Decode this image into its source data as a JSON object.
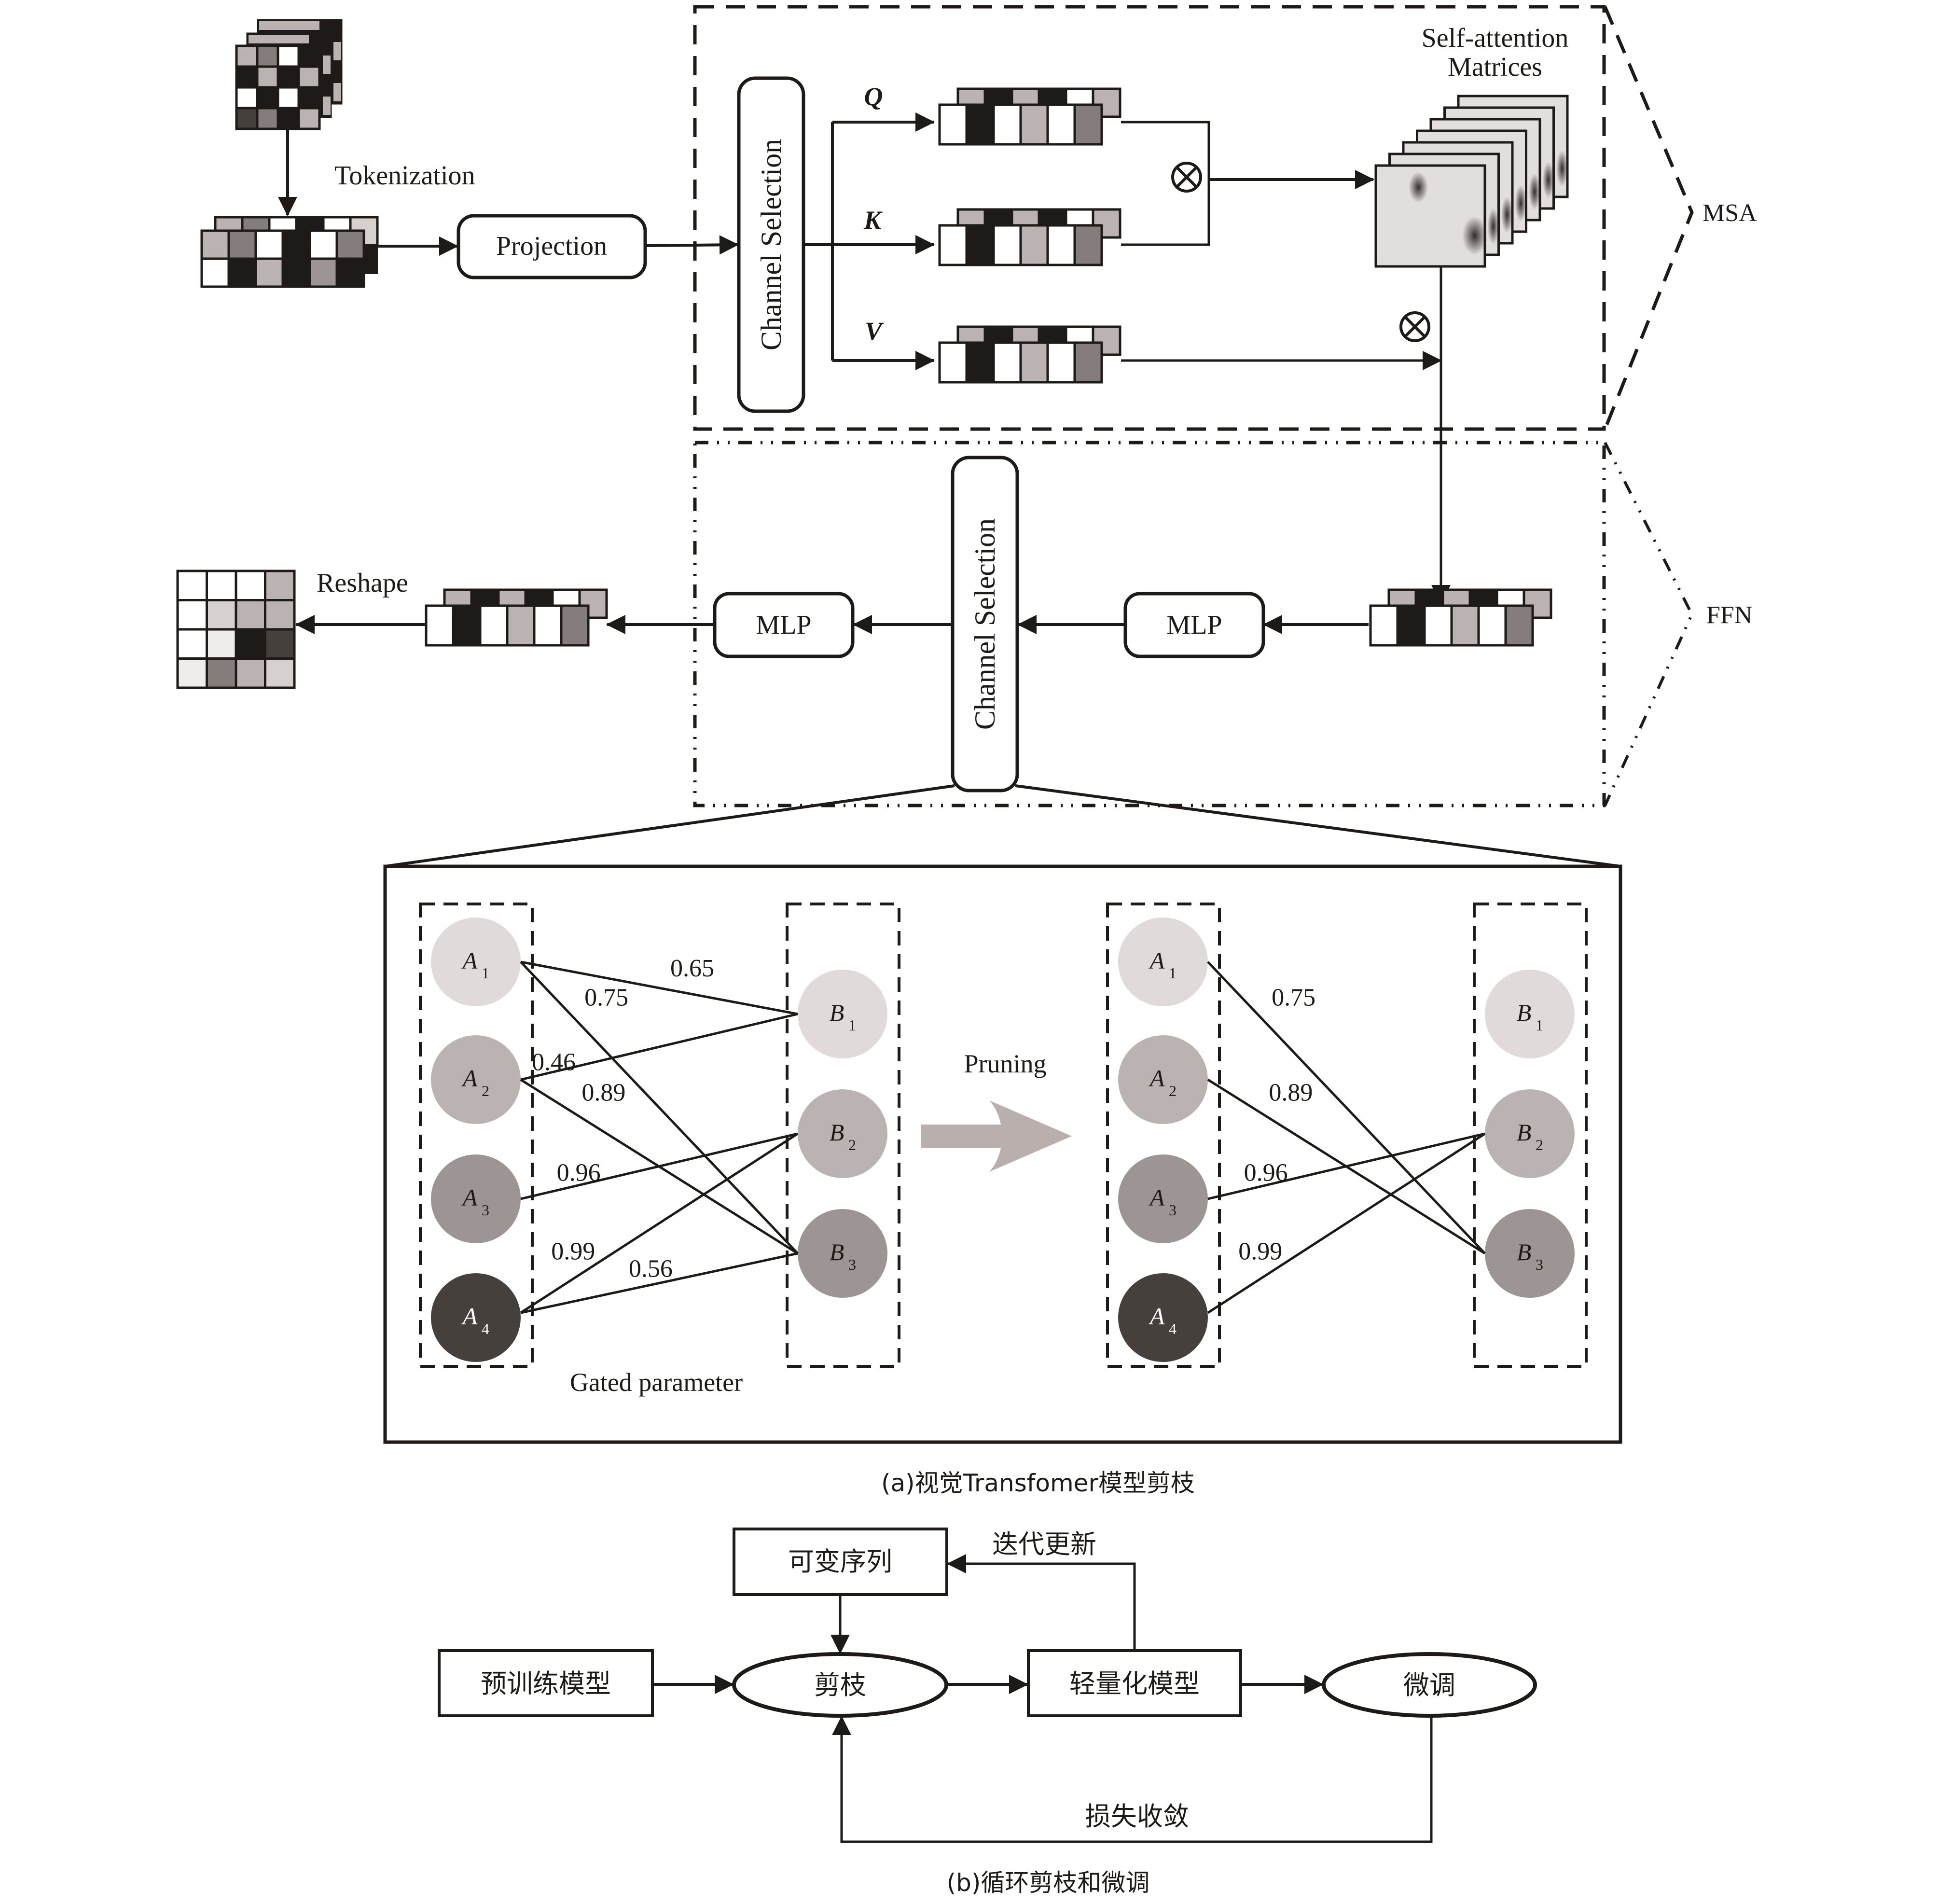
{
  "figure": {
    "caption_a": "(a)视觉Transfomer模型剪枝",
    "caption_b": "(b)循环剪枝和微调"
  },
  "colors": {
    "ink": "#1e1a17",
    "white": "#ffffff",
    "light": "#e0dbda",
    "pale": "#efeceb",
    "soft": "#d6d0ce",
    "lightgray": "#bab3b1",
    "midgray": "#9c9594",
    "gray": "#857d7b",
    "dark": "#46403d",
    "black": "#1e1a17",
    "arrow_fill": "#b9b0ad",
    "matrix_bg": "#e2dedd"
  },
  "top": {
    "tokenization_label": "Tokenization",
    "projection_label": "Projection",
    "reshape_label": "Reshape",
    "input_image_cells": [
      [
        "lightgray",
        "gray",
        "white",
        "black"
      ],
      [
        "black",
        "lightgray",
        "black",
        "lightgray"
      ],
      [
        "white",
        "black",
        "white",
        "black"
      ],
      [
        "dark",
        "gray",
        "black",
        "lightgray"
      ]
    ],
    "token_block_front": [
      [
        "lightgray",
        "gray",
        "white",
        "black",
        "white",
        "gray"
      ],
      [
        "white",
        "black",
        "lightgray",
        "black",
        "midgray",
        "black"
      ]
    ],
    "token_block_back": [
      "lightgray",
      "gray",
      "white",
      "black",
      "white",
      "soft"
    ],
    "token_strip_front": [
      "white",
      "black",
      "white",
      "lightgray",
      "white",
      "gray"
    ],
    "token_strip_back": [
      "lightgray",
      "black",
      "lightgray",
      "black",
      "white",
      "lightgray"
    ],
    "reshape_cells": [
      [
        "white",
        "white",
        "white",
        "lightgray"
      ],
      [
        "white",
        "soft",
        "lightgray",
        "lightgray"
      ],
      [
        "white",
        "pale",
        "black",
        "dark"
      ],
      [
        "pale",
        "gray",
        "lightgray",
        "soft"
      ]
    ]
  },
  "msa": {
    "label": "MSA",
    "channel_selection_label": "Channel Selection",
    "q_label": "Q",
    "k_label": "K",
    "v_label": "V",
    "multiply_symbol": "⊗",
    "attention_title_line1": "Self-attention",
    "attention_title_line2": "Matrices",
    "attention_matrix_count": 7
  },
  "ffn": {
    "label": "FFN",
    "channel_selection_label": "Channel Selection",
    "mlp_left_label": "MLP",
    "mlp_right_label": "MLP"
  },
  "pruning": {
    "arrow_label": "Pruning",
    "gated_parameter_label": "Gated parameter",
    "a_nodes": [
      {
        "id": "A1",
        "letter": "A",
        "sub": "1",
        "color": "light"
      },
      {
        "id": "A2",
        "letter": "A",
        "sub": "2",
        "color": "lightgray"
      },
      {
        "id": "A3",
        "letter": "A",
        "sub": "3",
        "color": "midgray"
      },
      {
        "id": "A4",
        "letter": "A",
        "sub": "4",
        "color": "dark"
      }
    ],
    "b_nodes": [
      {
        "id": "B1",
        "letter": "B",
        "sub": "1",
        "color": "light"
      },
      {
        "id": "B2",
        "letter": "B",
        "sub": "2",
        "color": "lightgray"
      },
      {
        "id": "B3",
        "letter": "B",
        "sub": "3",
        "color": "midgray"
      }
    ],
    "edges_before": [
      {
        "from": "A1",
        "to": "B1",
        "weight": "0.65"
      },
      {
        "from": "A1",
        "to": "B3",
        "weight": "0.75"
      },
      {
        "from": "A2",
        "to": "B1",
        "weight": "0.46"
      },
      {
        "from": "A2",
        "to": "B3",
        "weight": "0.89"
      },
      {
        "from": "A3",
        "to": "B2",
        "weight": "0.96"
      },
      {
        "from": "A4",
        "to": "B2",
        "weight": "0.99"
      },
      {
        "from": "A4",
        "to": "B3",
        "weight": "0.56"
      }
    ],
    "edges_after": [
      {
        "from": "A1",
        "to": "B3",
        "weight": "0.75"
      },
      {
        "from": "A2",
        "to": "B3",
        "weight": "0.89"
      },
      {
        "from": "A3",
        "to": "B2",
        "weight": "0.96"
      },
      {
        "from": "A4",
        "to": "B2",
        "weight": "0.99"
      }
    ]
  },
  "flow": {
    "variable_sequence": "可变序列",
    "iterative_update": "迭代更新",
    "pretrained_model": "预训练模型",
    "pruning": "剪枝",
    "lightweight_model": "轻量化模型",
    "finetune": "微调",
    "loss_convergence": "损失收敛"
  }
}
